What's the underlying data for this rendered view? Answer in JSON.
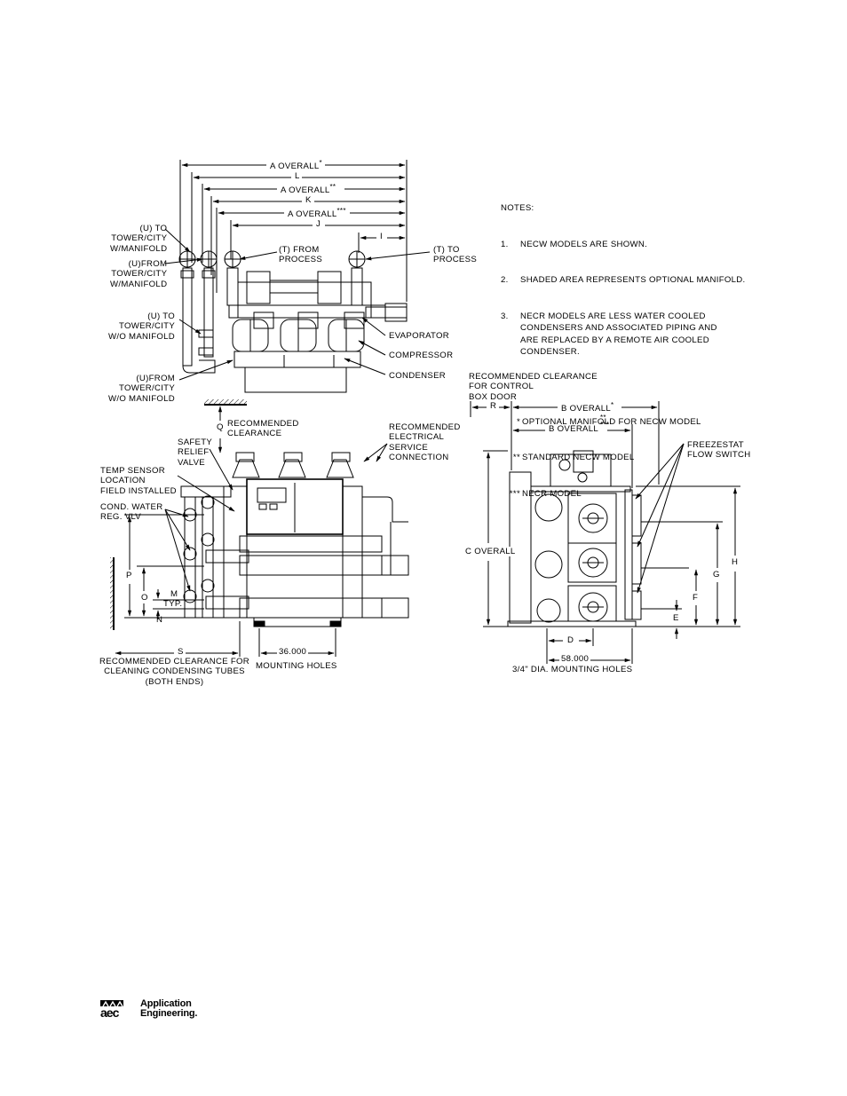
{
  "dims_top": {
    "a_overall_1": "A OVERALL",
    "a_overall_1_mark": "*",
    "l": "L",
    "a_overall_2": "A OVERALL",
    "a_overall_2_mark": "**",
    "k": "K",
    "a_overall_3": "A OVERALL",
    "a_overall_3_mark": "***",
    "j": "J",
    "i": "I"
  },
  "top_view_labels": {
    "u_to_with": "(U) TO\nTOWER/CITY\nW/MANIFOLD",
    "u_from_with": "(U)FROM\nTOWER/CITY\nW/MANIFOLD",
    "t_from": "(T) FROM\nPROCESS",
    "t_to": "(T) TO\nPROCESS",
    "u_to_without": "(U) TO\nTOWER/CITY\nW/O MANIFOLD",
    "u_from_without": "(U)FROM\nTOWER/CITY\nW/O MANIFOLD",
    "evaporator": "EVAPORATOR",
    "compressor": "COMPRESSOR",
    "condenser": "CONDENSER"
  },
  "notes": {
    "heading": "NOTES:",
    "items": [
      {
        "num": "1.",
        "text": "NECW MODELS ARE SHOWN."
      },
      {
        "num": "2.",
        "text": "SHADED AREA REPRESENTS OPTIONAL MANIFOLD."
      },
      {
        "num": "3.",
        "text": "NECR MODELS ARE LESS WATER COOLED\nCONDENSERS AND ASSOCIATED PIPING AND\nARE REPLACED BY A REMOTE AIR COOLED\nCONDENSER."
      }
    ],
    "legend": [
      {
        "mark": "*",
        "text": "OPTIONAL MANIFOLD FOR NECW MODEL"
      },
      {
        "mark": "**",
        "text": "STANDARD NECW MODEL"
      },
      {
        "mark": "***",
        "text": "NECR MODEL"
      }
    ]
  },
  "front_view_labels": {
    "q": "Q",
    "recommended_clearance": "RECOMMENDED\nCLEARANCE",
    "safety_relief": "SAFETY\nRELIEF\nVALVE",
    "temp_sensor": "TEMP SENSOR\nLOCATION\nFIELD INSTALLED",
    "cond_water": "COND. WATER\nREG. VLV",
    "electrical": "RECOMMENDED\nELECTRICAL\nSERVICE\nCONNECTION",
    "p": "P",
    "o": "O",
    "m": "M",
    "typ": "TYP.",
    "n": "N",
    "s": "S",
    "cleaning_clearance": "RECOMMENDED CLEARANCE FOR\nCLEANING CONDENSING TUBES\n(BOTH ENDS)",
    "mounting_value": "36.000",
    "mounting_holes": "MOUNTING HOLES"
  },
  "side_view_labels": {
    "control_box": "RECOMMENDED CLEARANCE\nFOR CONTROL\nBOX DOOR",
    "r": "R",
    "b_overall_1": "B OVERALL",
    "b_overall_1_mark": "*",
    "b_overall_2": "B OVERALL",
    "b_overall_2_mark": "**\n***",
    "freezestat": "FREEZESTAT\nFLOW SWITCH",
    "c_overall": "C OVERALL",
    "h": "H",
    "g": "G",
    "f": "F",
    "e": "E",
    "d": "D",
    "width_value": "58.000",
    "holes": "3/4\" DIA. MOUNTING HOLES"
  },
  "logo": {
    "line1": "Application",
    "line2": "Engineering."
  }
}
